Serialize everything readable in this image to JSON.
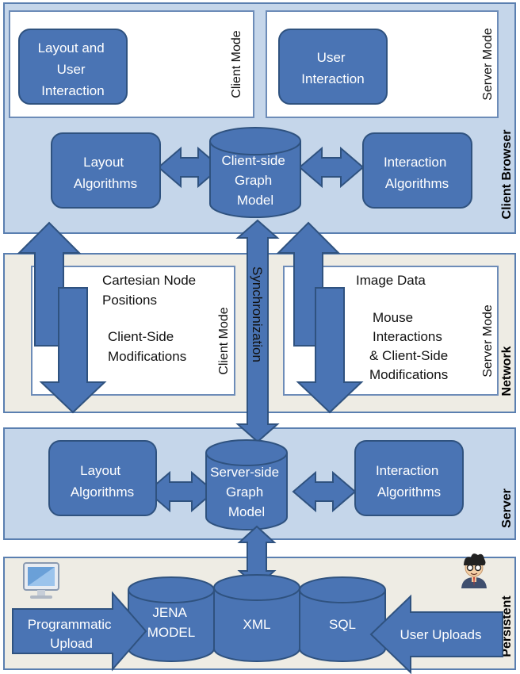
{
  "layers": {
    "client_browser": "Client Browser",
    "network": "Network",
    "server": "Server",
    "persistent": "Persistent"
  },
  "client_browser": {
    "client_mode_label": "Client Mode",
    "server_mode_label": "Server  Mode",
    "layout_interaction": [
      "Layout and",
      "User",
      "Interaction"
    ],
    "user_interaction": [
      "User",
      "Interaction"
    ],
    "layout_algorithms": [
      "Layout",
      "Algorithms"
    ],
    "graph_model": [
      "Client-side",
      "Graph",
      "Model"
    ],
    "interaction_algorithms": [
      "Interaction",
      "Algorithms"
    ]
  },
  "network": {
    "client_mode_label": "Client Mode",
    "server_mode_label": "Server Mode",
    "synchronization": "Synchronization",
    "left_top": [
      "Cartesian Node",
      "Positions"
    ],
    "left_bottom": [
      "Client-Side",
      "Modifications"
    ],
    "right_top": "Image Data",
    "right_bottom": [
      "Mouse",
      "Interactions",
      "& Client-Side",
      "Modifications"
    ]
  },
  "server": {
    "layout_algorithms": [
      "Layout",
      "Algorithms"
    ],
    "graph_model": [
      "Server-side",
      "Graph",
      "Model"
    ],
    "interaction_algorithms": [
      "Interaction",
      "Algorithms"
    ]
  },
  "persistent": {
    "programmatic_upload": [
      "Programmatic",
      "Upload"
    ],
    "jena_model": [
      "JENA",
      "MODEL"
    ],
    "xml": "XML",
    "sql": "SQL",
    "user_uploads": "User Uploads",
    "computer_icon": "computer-icon",
    "person_icon": "person-icon"
  }
}
